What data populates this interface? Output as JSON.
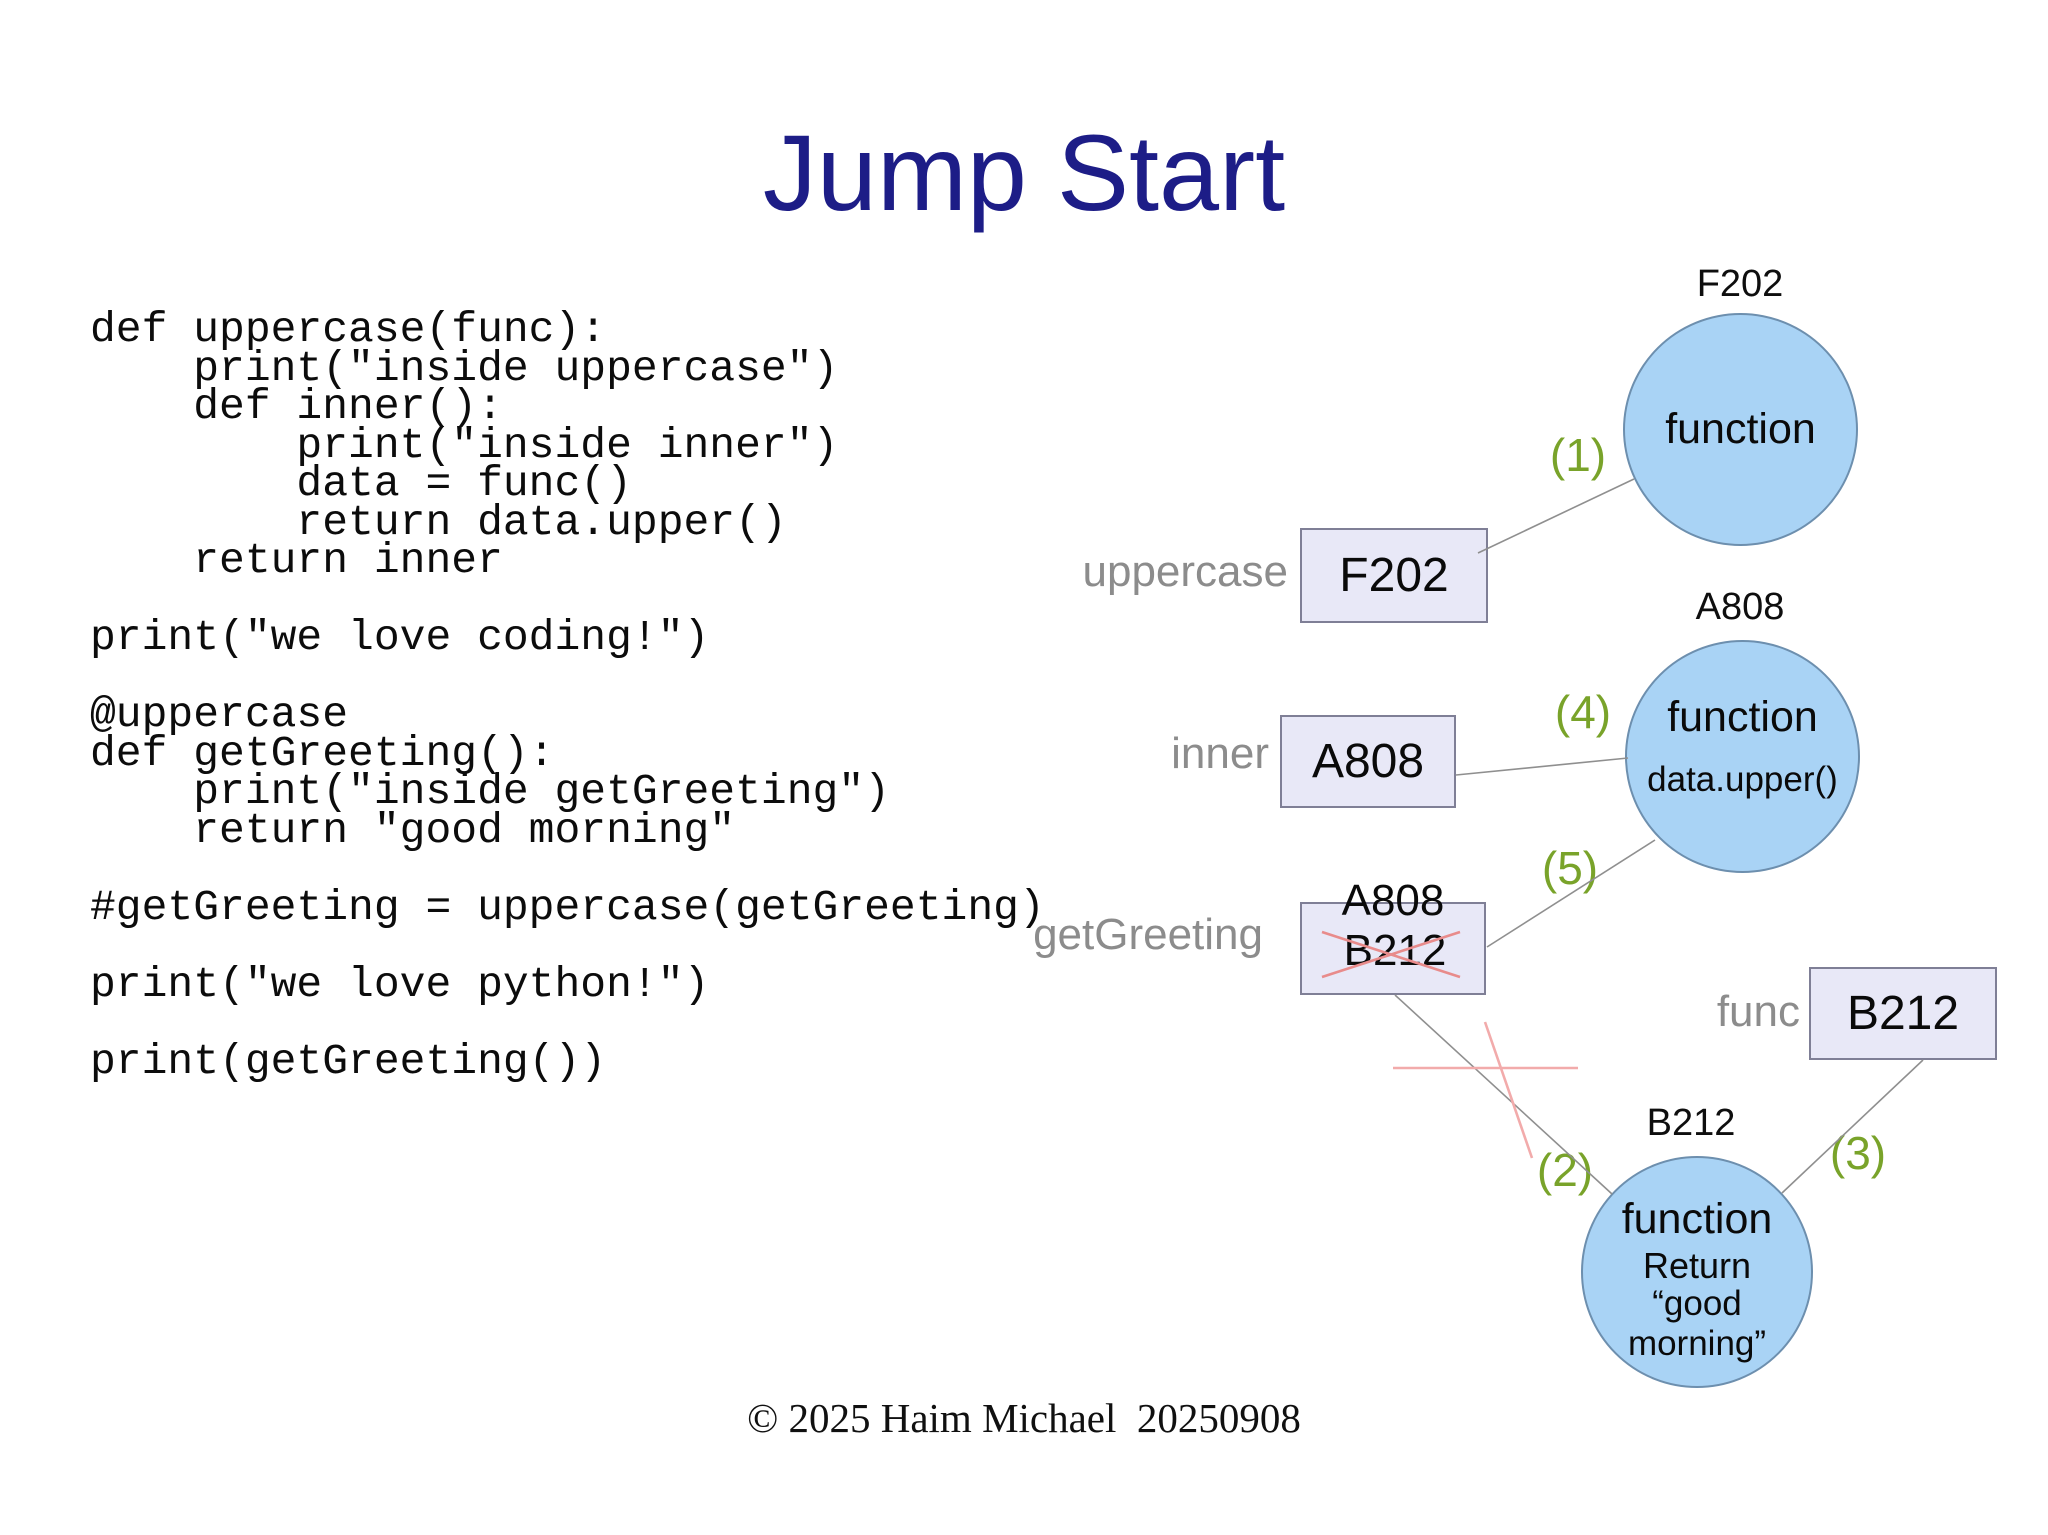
{
  "title": "Jump Start",
  "footer": "© 2025 Haim Michael  20250908",
  "code_block": "def uppercase(func):\n    print(\"inside uppercase\")\n    def inner():\n        print(\"inside inner\")\n        data = func()\n        return data.upper()\n    return inner\n\nprint(\"we love coding!\")\n\n@uppercase\ndef getGreeting():\n    print(\"inside getGreeting\")\n    return \"good morning\"\n\n#getGreeting = uppercase(getGreeting)\n\nprint(\"we love python!\")\n\nprint(getGreeting())",
  "colors": {
    "title_navy": "#1d1d87",
    "circle_fill": "#a9d3f5",
    "circle_border": "#6d8fae",
    "box_fill": "#e8e8f7",
    "box_border": "#7f7f96",
    "variable_name_gray": "#8c8c8c",
    "step_green": "#79a32a",
    "connector_gray": "#8f8f8f",
    "cross_red": "#e88b8b",
    "cross_pink": "#f2abab"
  },
  "diagram": {
    "objects": {
      "f202": {
        "ref": "F202",
        "line1": "function"
      },
      "a808": {
        "ref": "A808",
        "line1": "function",
        "line2": "data.upper()"
      },
      "b212": {
        "ref": "B212",
        "line1": "function",
        "line2": "Return",
        "line3": "“good morning”"
      }
    },
    "variables": {
      "uppercase": {
        "label": "uppercase",
        "value": "F202"
      },
      "inner": {
        "label": "inner",
        "value": "A808"
      },
      "getGreeting": {
        "label": "getGreeting",
        "new_value": "A808",
        "old_value_crossed": "B212"
      },
      "func": {
        "label": "func",
        "value": "B212"
      }
    },
    "steps": {
      "s1": "(1)",
      "s2": "(2)",
      "s3": "(3)",
      "s4": "(4)",
      "s5": "(5)"
    }
  }
}
